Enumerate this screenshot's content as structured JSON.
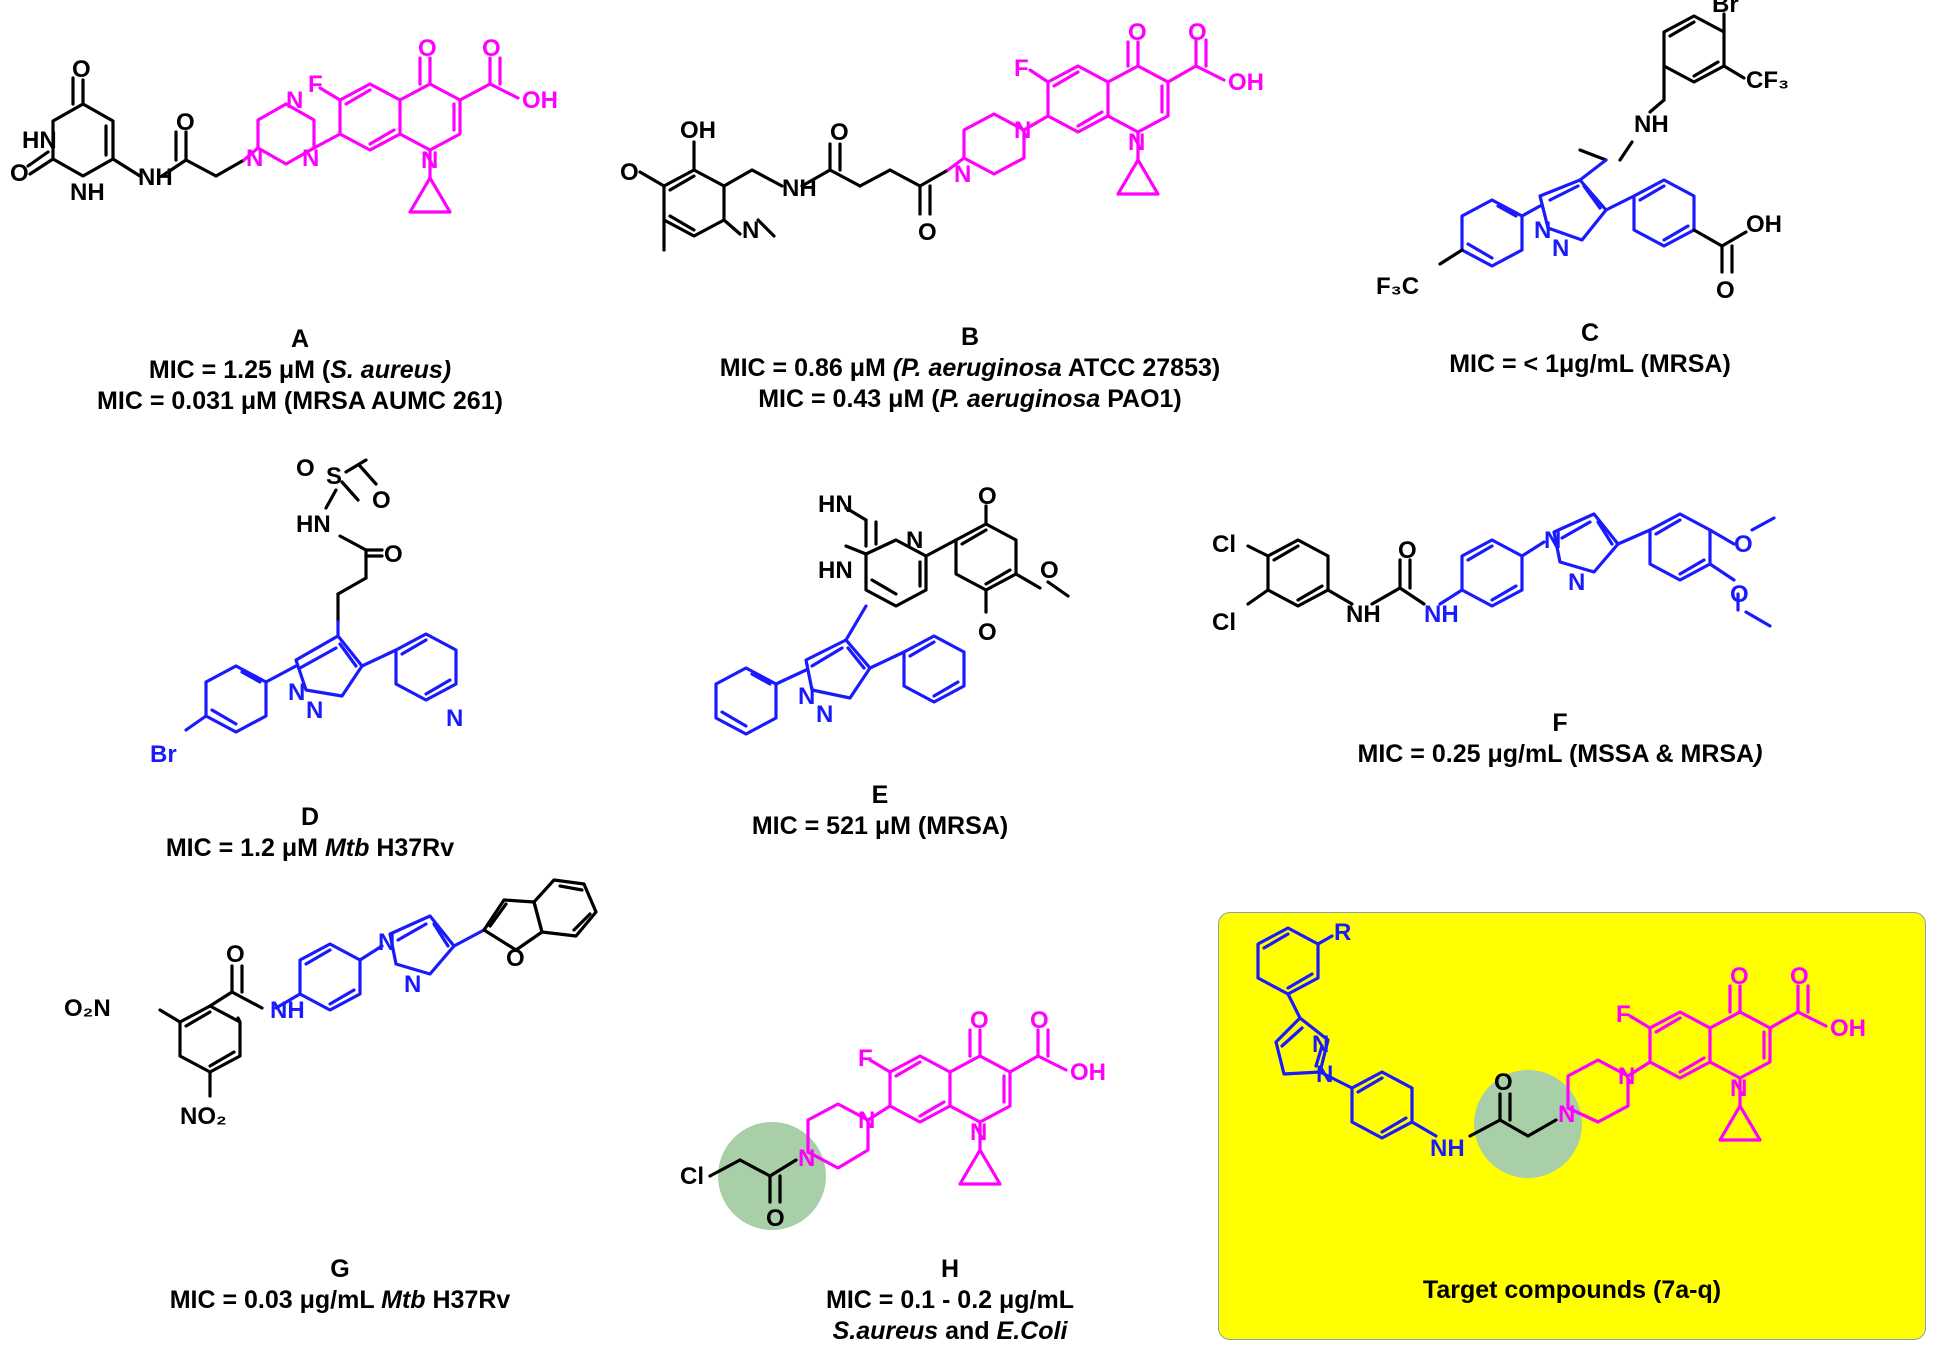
{
  "colors": {
    "magenta": "#ff00ff",
    "blue": "#1a1aff",
    "black": "#000000",
    "highlight": "#ffff00",
    "circle": "#a8cfa8"
  },
  "compounds": {
    "A": {
      "lbl": "A",
      "l1_pre": "MIC = 1.25 μM (",
      "l1_it": "S. aureus)",
      "l2": "MIC = 0.031 μM (MRSA AUMC 261)"
    },
    "B": {
      "lbl": "B",
      "l1_pre": "MIC = 0.86 μM ",
      "l1_it": "(P. aeruginosa",
      "l1_post": " ATCC 27853)",
      "l2_pre": "MIC = 0.43 μM (",
      "l2_it": "P. aeruginosa",
      "l2_post": " PAO1)"
    },
    "C": {
      "lbl": "C",
      "l1": "MIC = < 1μg/mL (MRSA)"
    },
    "D": {
      "lbl": "D",
      "l1_pre": "MIC = 1.2 μM ",
      "l1_it": "Mtb",
      "l1_post": " H37Rv"
    },
    "E": {
      "lbl": "E",
      "l1": "MIC = 521 μM (MRSA)"
    },
    "F": {
      "lbl": "F",
      "l1_pre": "MIC = 0.25 μg/mL (MSSA & MRSA",
      "l1_it": ")"
    },
    "G": {
      "lbl": "G",
      "l1_pre": "MIC = 0.03 μg/mL ",
      "l1_it": "Mtb",
      "l1_post": " H37Rv"
    },
    "H": {
      "lbl": "H",
      "l1": "MIC = 0.1 - 0.2 μg/mL",
      "l2_it1": "S.aureus",
      "l2_mid": " and ",
      "l2_it2": "E.Coli"
    }
  },
  "target": {
    "caption": "Target compounds (7a-q)"
  },
  "atoms": {
    "O": "O",
    "OH": "OH",
    "F": "F",
    "N": "N",
    "NH": "NH",
    "HN": "HN",
    "Br": "Br",
    "Cl": "Cl",
    "CF3": "CF₃",
    "F3C": "F₃C",
    "S": "S",
    "R": "R",
    "O2N": "O₂N",
    "NO2": "NO₂"
  }
}
